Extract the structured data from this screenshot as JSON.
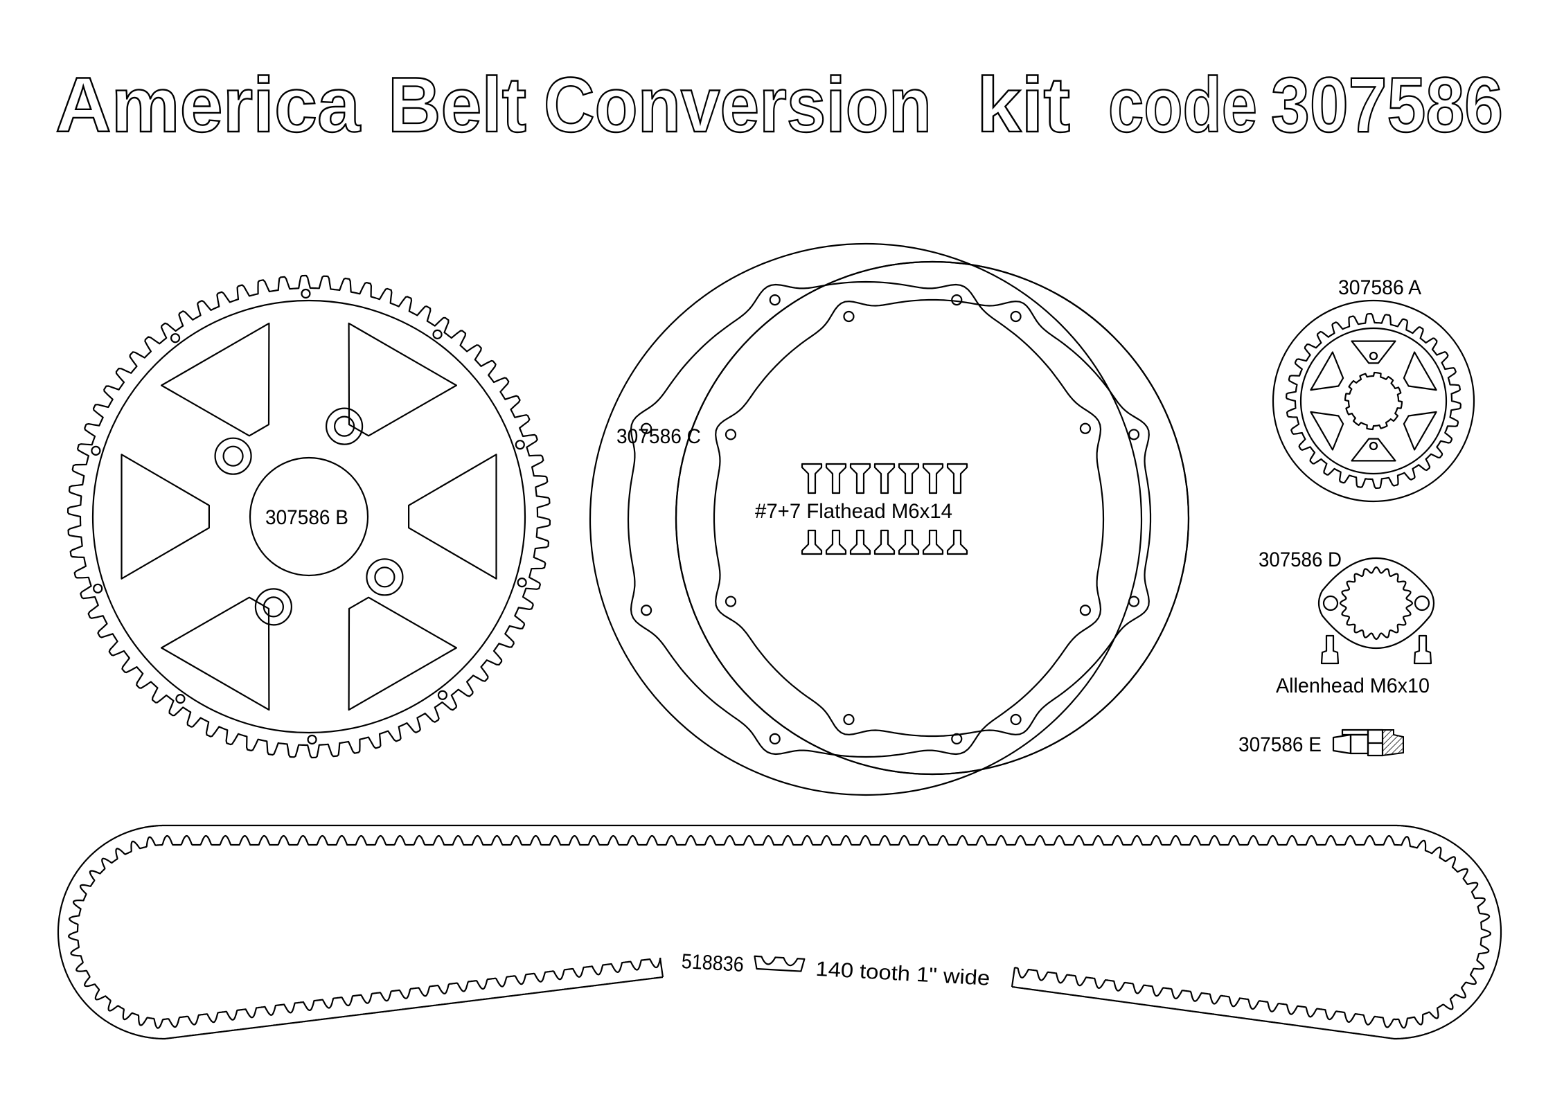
{
  "title": {
    "part1": "America",
    "part2": "Belt",
    "part3": "Conversion",
    "part4": "kit",
    "part5": "code",
    "part6": "307586"
  },
  "parts": {
    "a": "307586 A",
    "b": "307586 B",
    "c": "307586 C",
    "d": "307586 D",
    "e": "307586 E"
  },
  "hardware": {
    "flathead": "#7+7 Flathead M6x14",
    "allenhead": "Allenhead M6x10"
  },
  "belt": {
    "code": "518836",
    "spec": "140 tooth 1\" wide"
  }
}
